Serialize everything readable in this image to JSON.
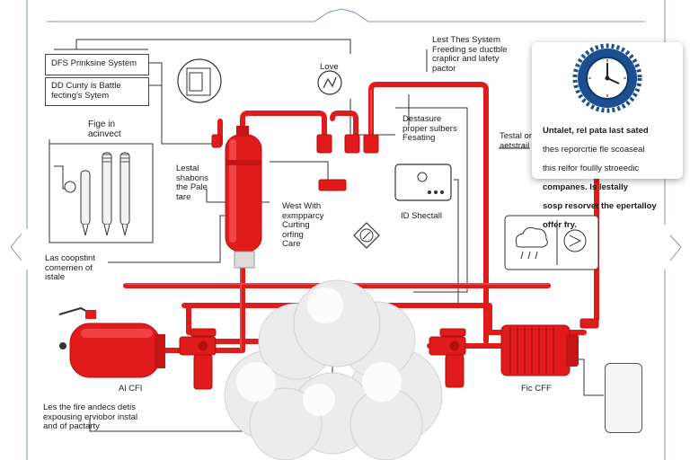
{
  "colors": {
    "pipe": "#e01b1b",
    "pipe_dark": "#b30f0f",
    "line": "#333333",
    "frame": "#7f95b0",
    "cloud": "#e9e9e9",
    "gauge_blue": "#1b4f8f"
  },
  "labels": {
    "top_left_box_1": "DFS Prinksine System",
    "top_left_box_2": "DD Cunty is Battle\nfecting's Sytem",
    "fire_in": "Fige in\nacinvect",
    "lestal": "Lestal\nshabons\nthe Pale\ntare",
    "as_cooling": "Las coopstint\ncomernen of\nistale",
    "bottom_left": "Les the fire andecs detis\nexpousing erviobor instal\nand of pactarty",
    "al_cfi": "Al CFI",
    "love": "Love",
    "lest_thes": "Lest Thes System\nFreeding se ductble\ncraplicr and lafety\npactor",
    "destasure": "Destasure\nproper sulbers\nFesating",
    "west_with": "West With\nexmpparcy\nCurting\norfing\nCare",
    "id_shectall": "ID Shectall",
    "testal_on": "Testal or\naetstrail",
    "fic_cff": "Fic CFF"
  },
  "callout": {
    "title": "Untalet, rel pata last sated",
    "line2": "thes reporcrtie fle scoaseal",
    "line3": "this relfor foullly stroeedic",
    "line4": "companes. Is lestally",
    "line5": "sosp resorvet the epertalloy",
    "line6": "offer fry."
  }
}
